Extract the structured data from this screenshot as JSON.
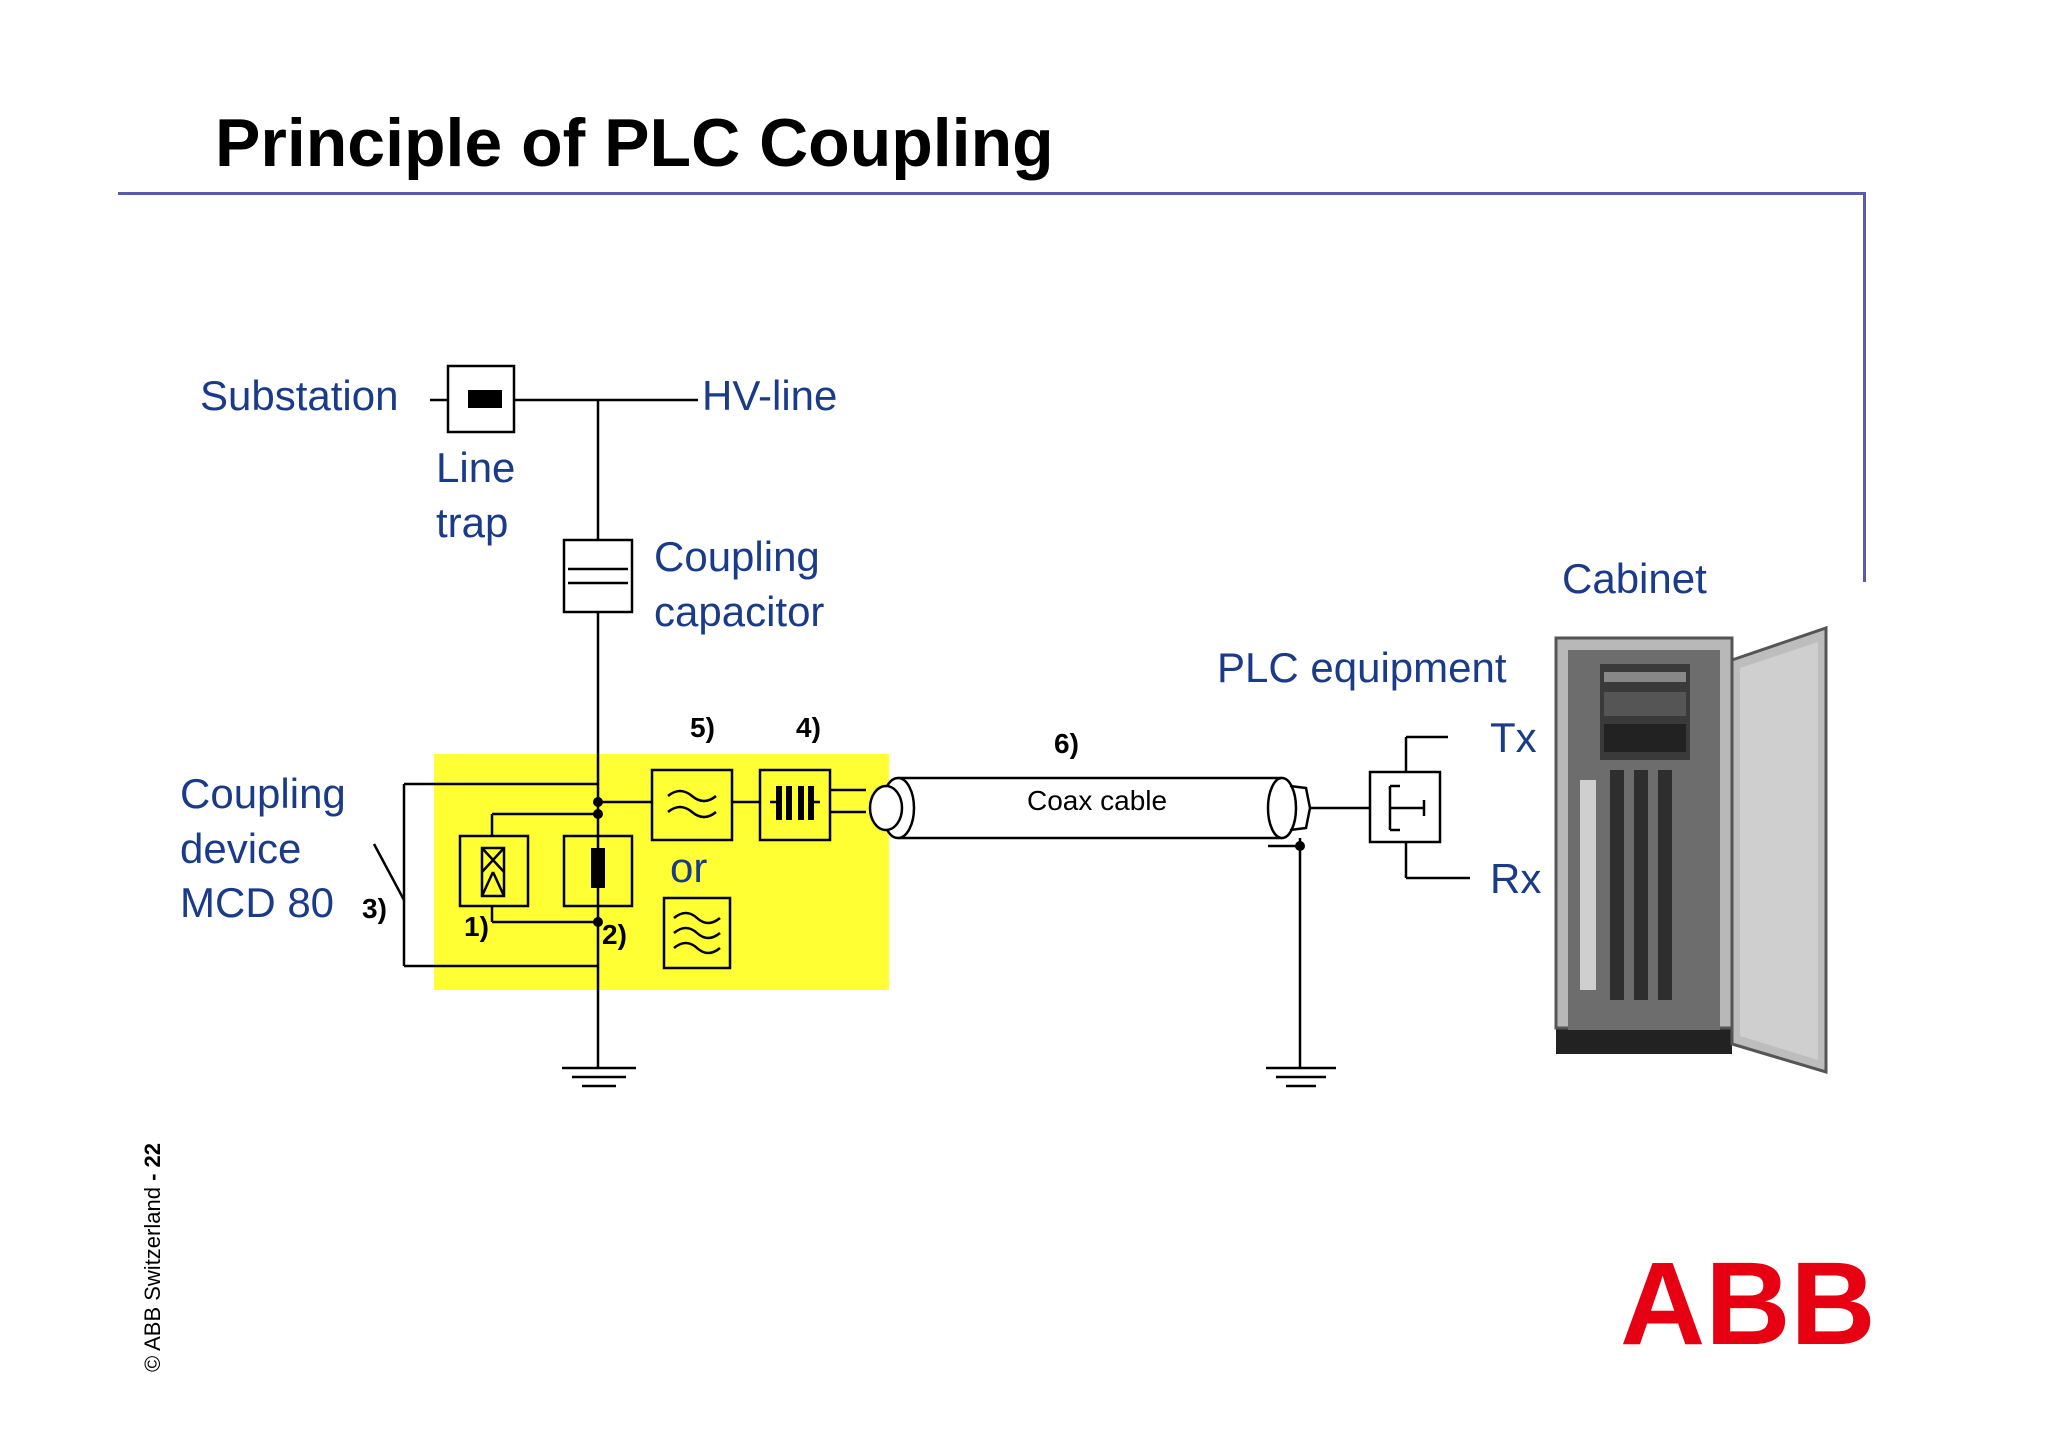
{
  "slide": {
    "title": "Principle of PLC Coupling",
    "copyright": "© ABB Switzerland",
    "page_separator": " - ",
    "page_number": "22",
    "logo_text": "ABB"
  },
  "labels": {
    "substation": "Substation",
    "hv_line": "HV-line",
    "line_trap_1": "Line",
    "line_trap_2": "trap",
    "coupling_capacitor_1": "Coupling",
    "coupling_capacitor_2": "capacitor",
    "coupling_device_1": "Coupling",
    "coupling_device_2": "device",
    "coupling_device_3": "MCD 80",
    "or": "or",
    "coax_cable": "Coax cable",
    "plc_equipment": "PLC equipment",
    "cabinet": "Cabinet",
    "tx": "Tx",
    "rx": "Rx"
  },
  "footnote_marks": {
    "m1": "1)",
    "m2": "2)",
    "m3": "3)",
    "m4": "4)",
    "m5": "5)",
    "m6": "6)"
  },
  "colors": {
    "label_blue": "#1a3a8a",
    "rule_blue": "#5a5aa8",
    "highlight_yellow": "#ffff33",
    "abb_red": "#e60012"
  }
}
